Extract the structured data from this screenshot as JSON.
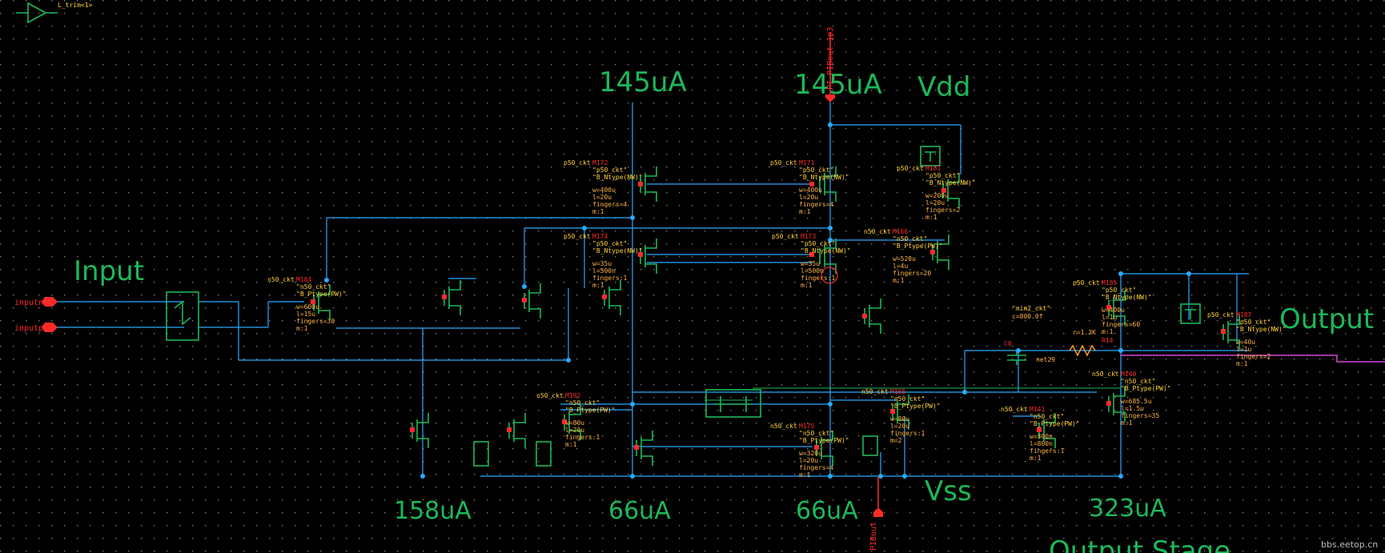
{
  "labels": {
    "current_a": "145uA",
    "current_b": "145uA",
    "vdd": "Vdd",
    "input": "Input",
    "output": "Output",
    "vss": "Vss",
    "cur_158": "158uA",
    "cur_66a": "66uA",
    "cur_66b": "66uA",
    "cur_323": "323uA",
    "output_stage": "Output Stage",
    "trim": "L_trim<1>",
    "pbout_top": "PI_PIBout_1p3",
    "pbout_bottom": "PIBout",
    "inputn": "inputn",
    "inputp": "inputp",
    "watermark": "bbs.eetop.cn"
  },
  "transistors": [
    {
      "name": "M172",
      "lib": "p50_ckt",
      "model": "\"p50_ckt\"",
      "sub": "\"B_Ntype(NW)\"",
      "p1": "w=400u",
      "p2": "l=20u",
      "p3": "fingers=4",
      "p4": "m:1"
    },
    {
      "name": "M171",
      "lib": "p50_ckt",
      "model": "\"p50_ckt\"",
      "sub": "\"B_Ntype(NW)\"",
      "p1": "w=400u",
      "p2": "l=20u",
      "p3": "fingers=4",
      "p4": "m:1"
    },
    {
      "name": "M181",
      "lib": "p50_ckt",
      "model": "\"p50_ckt\"",
      "sub": "\"B_Ntype(NW)\"",
      "p1": "w=200u",
      "p2": "l=20u",
      "p3": "fingers=2",
      "p4": "m:1"
    },
    {
      "name": "M174",
      "lib": "p50_ckt",
      "model": "\"p50_ckt\"",
      "sub": "\"B_Ntype(NW)\"",
      "p1": "w=35u",
      "p2": "l=500n",
      "p3": "fingers:1",
      "p4": "m:1"
    },
    {
      "name": "M173",
      "lib": "p50_ckt",
      "model": "\"p50_ckt\"",
      "sub": "\"B_Ntype(NW)\"",
      "p1": "w=35u",
      "p2": "l=500n",
      "p3": "fingers:1",
      "p4": "m:1"
    },
    {
      "name": "M166",
      "lib": "n50_ckt",
      "model": "\"n50_ckt\"",
      "sub": "\"B_Ptype(PW)\"",
      "p1": "w=520u",
      "p2": "l=4u",
      "p3": "fingers=20",
      "p4": "m:1"
    },
    {
      "name": "M184",
      "lib": "n50_ckt",
      "model": "\"n50_ckt\"",
      "sub": "\"B_Ptype(PW)\"",
      "p1": "w=600u",
      "p2": "l=15u",
      "p3": "fingers=30",
      "p4": "m:1"
    },
    {
      "name": "M192",
      "lib": "n50_ckt",
      "model": "\"n50_ckt\"",
      "sub": "\"B_Ptype(PW)\"",
      "p1": "w=80u",
      "p2": "l=20u",
      "p3": "fingers:1",
      "p4": "m:1"
    },
    {
      "name": "M175",
      "lib": "n50_ckt",
      "model": "\"n50_ckt\"",
      "sub": "\"B_Ptype(PW)\"",
      "p1": "w=320u",
      "p2": "l=20u",
      "p3": "fingers=4",
      "p4": "m:1"
    },
    {
      "name": "M185",
      "lib": "p50_ckt",
      "model": "\"p50_ckt\"",
      "sub": "\"B_Ntype(NW)\"",
      "p1": "w=400u",
      "p2": "l=1u",
      "p3": "fingers=60",
      "p4": "m:1"
    },
    {
      "name": "M140",
      "lib": "n50_ckt",
      "model": "\"n50_ckt\"",
      "sub": "\"B_Ptype(PW)\"",
      "p1": "w=685.5u",
      "p2": "l=1.5u",
      "p3": "fingers=35",
      "p4": "m:1"
    },
    {
      "name": "M141",
      "lib": "n50_ckt",
      "model": "\"n50_ckt\"",
      "sub": "\"B_Ptype(PW)\"",
      "p1": "w=300n",
      "p2": "l=800n",
      "p3": "fingers:1",
      "p4": "m:1"
    },
    {
      "name": "M187",
      "lib": "p50_ckt",
      "model": "\"p50_ckt\"",
      "sub": "\"B_Ntype(NW)\"",
      "p1": "w=40u",
      "p2": "l=1u",
      "p3": "fingers=2",
      "p4": "m:1"
    },
    {
      "name": "M165",
      "lib": "n50_ckt",
      "model": "\"n50_ckt\"",
      "sub": "\"B_Ptype(PW)\"",
      "p1": "w=80u",
      "p2": "l=20u",
      "p3": "fingers:1",
      "p4": "m=2"
    }
  ],
  "passives": {
    "cap_name": "C0",
    "cap_model": "\"mim2_ckt\"",
    "cap_value": "c=800.0f",
    "res_name": "R14",
    "res_value": "r=1.3K",
    "net": "net29"
  }
}
